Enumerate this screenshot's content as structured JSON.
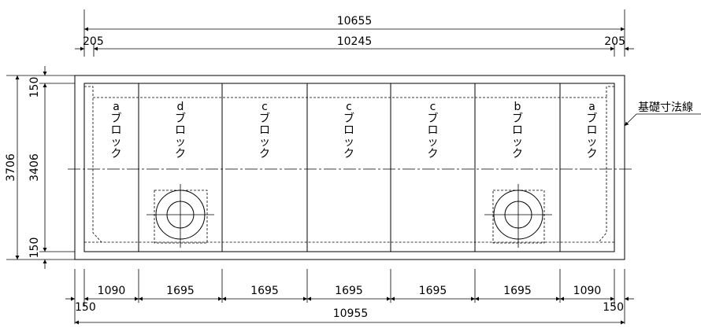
{
  "overall_length": "10655",
  "inner_length": "10245",
  "end_offset_left": "205",
  "end_offset_right": "205",
  "overall_height": "3706",
  "inner_height": "3406",
  "top_margin": "150",
  "bottom_margin": "150",
  "blocks": [
    {
      "letter": "a",
      "name": "ブロック",
      "width": "1090"
    },
    {
      "letter": "d",
      "name": "ブロック",
      "width": "1695"
    },
    {
      "letter": "c",
      "name": "ブロック",
      "width": "1695"
    },
    {
      "letter": "c",
      "name": "ブロック",
      "width": "1695"
    },
    {
      "letter": "c",
      "name": "ブロック",
      "width": "1695"
    },
    {
      "letter": "b",
      "name": "ブロック",
      "width": "1695"
    },
    {
      "letter": "a",
      "name": "ブロック",
      "width": "1090"
    }
  ],
  "bottom_offset_left": "150",
  "bottom_offset_right": "150",
  "bottom_total": "10955",
  "foundation_label": "基礎寸法線"
}
